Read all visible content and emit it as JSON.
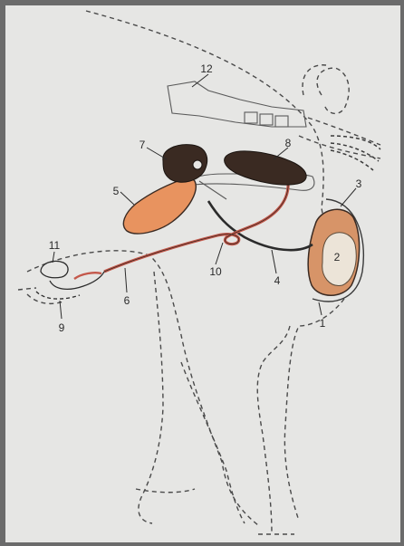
{
  "labels": {
    "l1": "1",
    "l2": "2",
    "l3": "3",
    "l4": "4",
    "l5": "5",
    "l6": "6",
    "l7": "7",
    "l8": "8",
    "l9": "9",
    "l10": "10",
    "l11": "11",
    "l12": "12"
  },
  "colors": {
    "paper": "#e6e6e4",
    "orange_organ": "#e8935f",
    "dark_organ": "#3a2a22",
    "duct_red": "#c4584b",
    "duct_dark": "#2b2b2b",
    "stone": "#d79468",
    "outline": "#3a3a3a"
  }
}
